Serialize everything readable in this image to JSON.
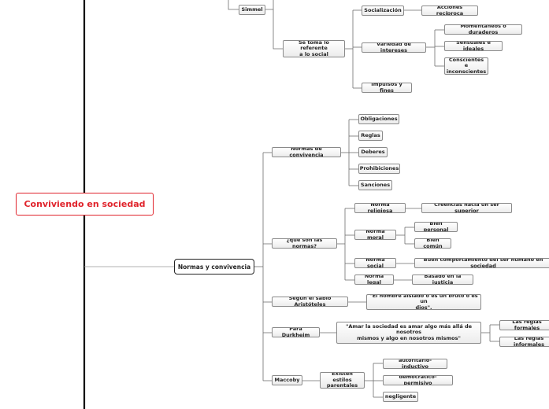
{
  "root": "Conviviendo en sociedad",
  "nodes": {
    "simmel": "Simmel",
    "referente": "Se toma lo referente\na lo social",
    "socializacion": "Socialización",
    "acciones": "Acciones recíproca",
    "variedad": "Variedad de intereses",
    "momentaneos": "Momentáneos o duraderos",
    "sensuales": "Sensuales e ideales",
    "conscientes": "Conscientes e\ninconscientes",
    "impulsos": "Impulsos y fines",
    "normas_convivencia_main": "Normas y convivencia",
    "normas_de_convivencia": "Normas de convivencia",
    "obligaciones": "Obligaciones",
    "reglas": "Reglas",
    "deberes": "Deberes",
    "prohibiciones": "Prohibiciones",
    "sanciones": "Sanciones",
    "que_son": "¿qué son las normas?",
    "norma_religiosa": "Norma religiosa",
    "creencias": "Creencias hacia un ser superior",
    "norma_moral": "Norma moral",
    "bien_personal": "Bien personal",
    "bien_comun": "Bien común",
    "norma_social": "Norma social",
    "buen_comportamiento": "Buen comportamiento del ser humano en sociedad",
    "norma_legal": "Norma legal",
    "basado_justicia": "Basado en la justicia",
    "segun_aristoteles": "Según el sabio Aristóteles",
    "quote_aristoteles": "\"El hombre aislado o es un bruto o es un\ndios\".",
    "para_durkheim": "Para Durkheim",
    "quote_durkheim": "\"Amar la sociedad es amar algo más allá de\nnosotros\nmismos y algo en nosotros mismos\"",
    "reglas_formales": "Las reglas formales",
    "reglas_informales": "Las reglas informales",
    "maccoby": "Maccoby",
    "estilos": "Existen estilos\nparentales",
    "autoritario": "autoritario- inductivo",
    "democratico": "democrático- permisivo",
    "negligente": "negligente"
  }
}
